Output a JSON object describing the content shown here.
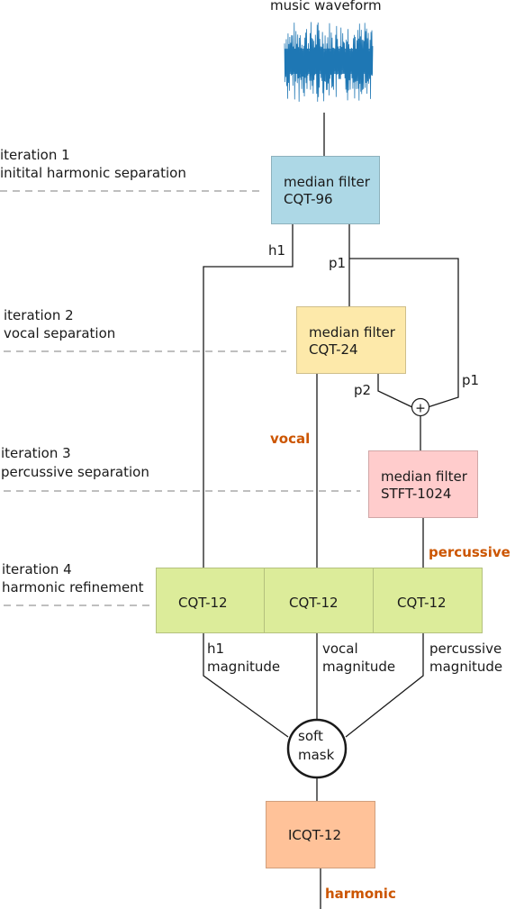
{
  "colors": {
    "cqt96": "#add8e6",
    "cqt24": "#fde9aa",
    "stft": "#ffcccc",
    "cqt12": "#dcec9a",
    "icqt": "#ffc299",
    "accent": "#cc5500",
    "waveform": "#1f77b4"
  },
  "input": {
    "label": "music waveform"
  },
  "iterations": [
    {
      "num": "iteration 1",
      "name": "initital harmonic separation"
    },
    {
      "num": "iteration 2",
      "name": "vocal separation"
    },
    {
      "num": "iteration 3",
      "name": "percussive separation"
    },
    {
      "num": "iteration 4",
      "name": "harmonic refinement"
    }
  ],
  "nodes": {
    "cqt96": {
      "line1": "median filter",
      "line2": "CQT-96"
    },
    "cqt24": {
      "line1": "median filter",
      "line2": "CQT-24"
    },
    "stft1024": {
      "line1": "median filter",
      "line2": "STFT-1024"
    },
    "cqt12": [
      "CQT-12",
      "CQT-12",
      "CQT-12"
    ],
    "sum": "+",
    "softmask": {
      "line1": "soft",
      "line2": "mask"
    },
    "icqt": "ICQT-12"
  },
  "edges": {
    "h1": "h1",
    "p1_a": "p1",
    "p1_b": "p1",
    "p2": "p2",
    "vocal": "vocal",
    "percussive": "percussive",
    "harmonic": "harmonic",
    "h1_mag_1": "h1",
    "h1_mag_2": "magnitude",
    "vocal_mag_1": "vocal",
    "vocal_mag_2": "magnitude",
    "perc_mag_1": "percussive",
    "perc_mag_2": "magnitude"
  }
}
